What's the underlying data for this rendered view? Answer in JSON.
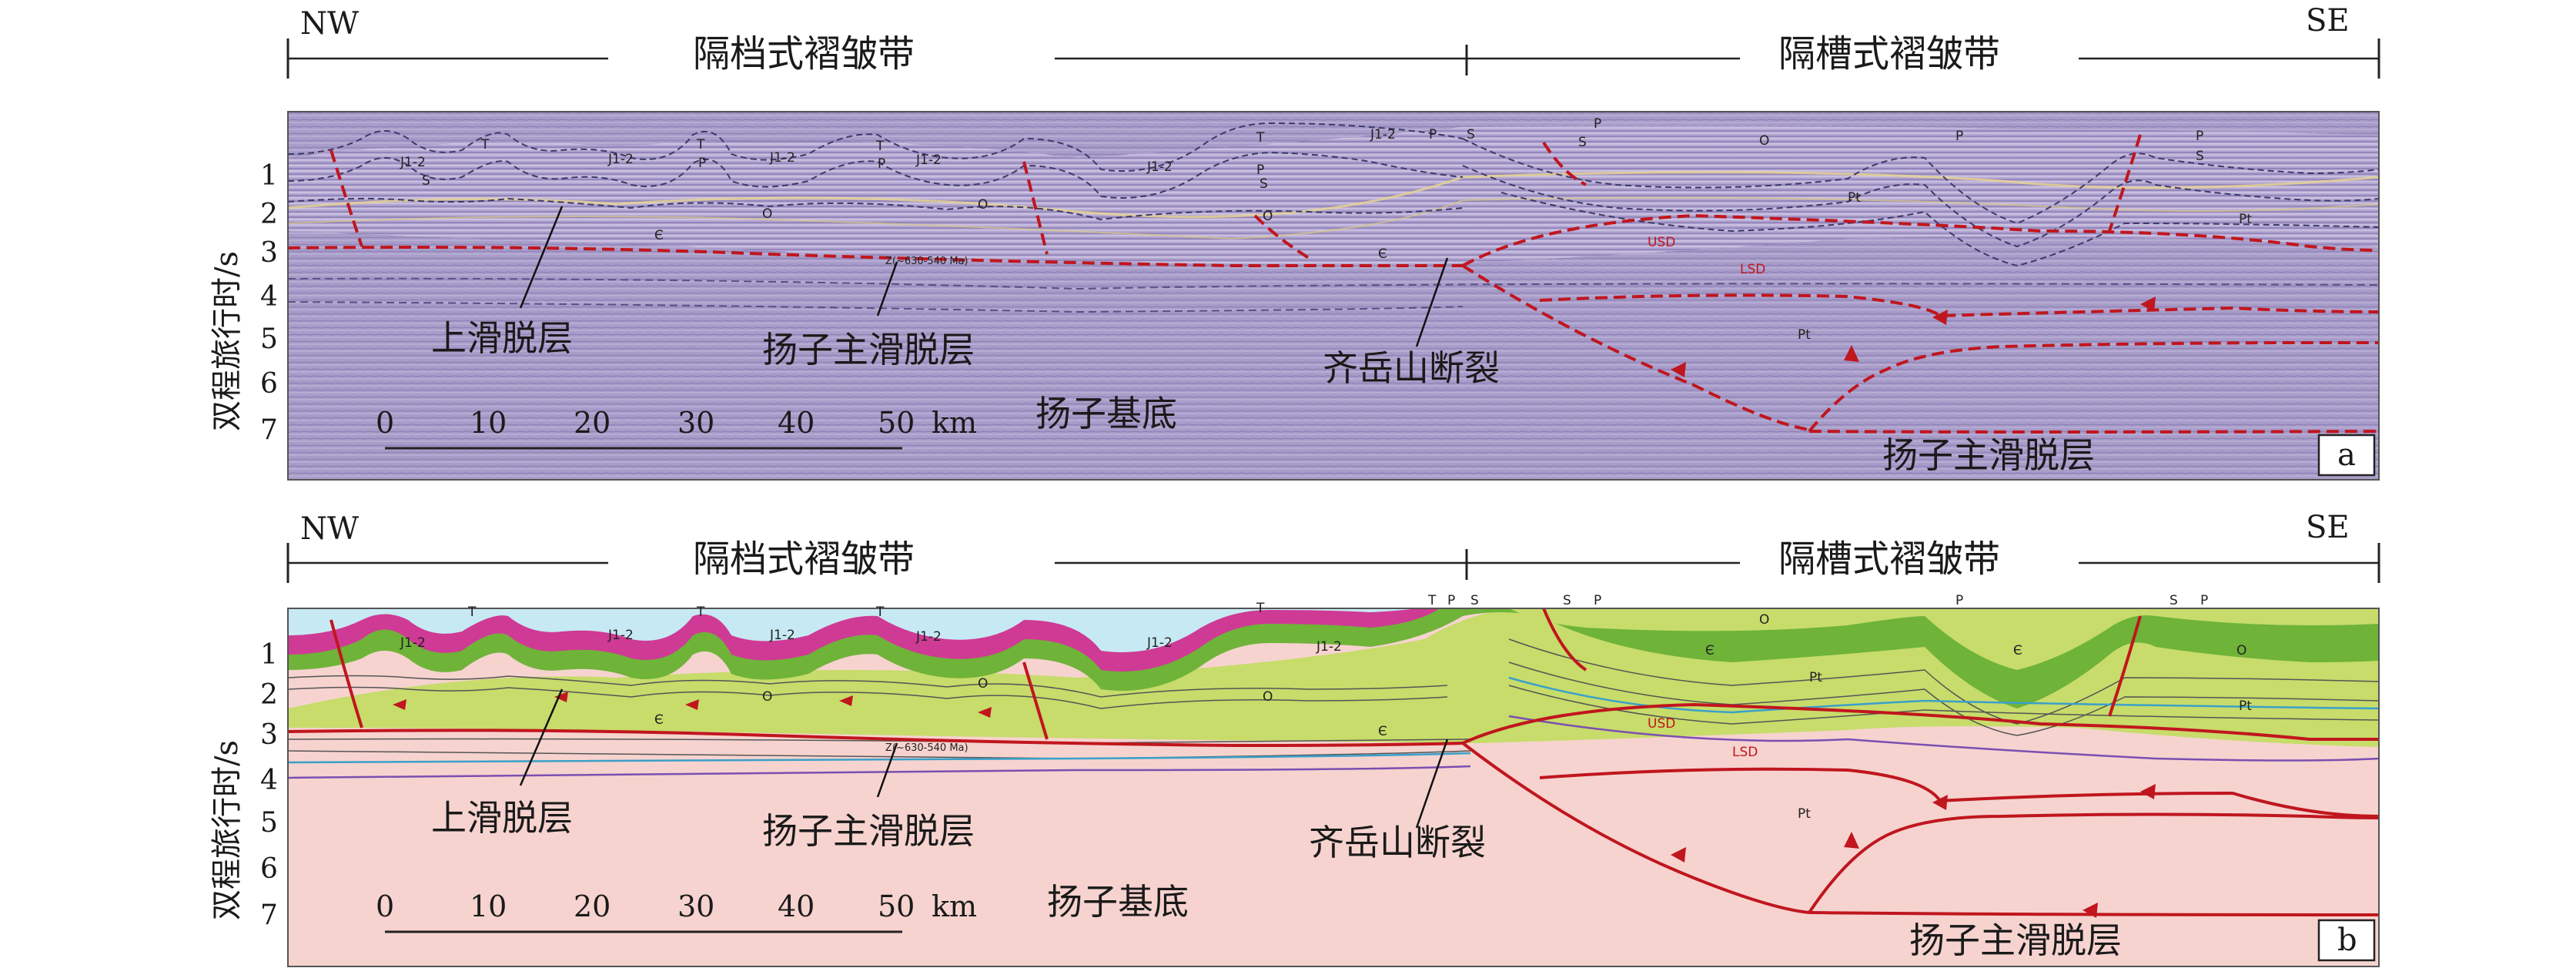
{
  "panels": [
    {
      "id": "a",
      "kind": "seismic",
      "label": "a",
      "dir_left": "NW",
      "dir_right": "SE",
      "zone_left": "隔档式褶皱带",
      "zone_right": "隔槽式褶皱带",
      "ylabel": "双程旅行时/s",
      "yticks": [
        "1",
        "2",
        "3",
        "4",
        "5",
        "6",
        "7"
      ],
      "scale_ticks": [
        "0",
        "10",
        "20",
        "30",
        "40",
        "50"
      ],
      "scale_unit": "km",
      "callouts": {
        "upper_detachment": "上滑脱层",
        "yangtze_main_detachment_left": "扬子主滑脱层",
        "qiyueshan_fault": "齐岳山断裂",
        "yangtze_basement": "扬子基底",
        "yangtze_main_detachment_right": "扬子主滑脱层"
      },
      "strata": {
        "j12": "J1-2",
        "t": "T",
        "p": "P",
        "s": "S",
        "o": "O",
        "cambrian": "Є",
        "pt": "Pt",
        "z_age": "Z(~630-540 Ma)",
        "usd": "USD",
        "lsd": "LSD"
      }
    },
    {
      "id": "b",
      "kind": "interpretation",
      "label": "b",
      "dir_left": "NW",
      "dir_right": "SE",
      "zone_left": "隔档式褶皱带",
      "zone_right": "隔槽式褶皱带",
      "ylabel": "双程旅行时/s",
      "yticks": [
        "1",
        "2",
        "3",
        "4",
        "5",
        "6",
        "7"
      ],
      "scale_ticks": [
        "0",
        "10",
        "20",
        "30",
        "40",
        "50"
      ],
      "scale_unit": "km",
      "callouts": {
        "upper_detachment": "上滑脱层",
        "yangtze_main_detachment_left": "扬子主滑脱层",
        "qiyueshan_fault": "齐岳山断裂",
        "yangtze_basement": "扬子基底",
        "yangtze_main_detachment_right": "扬子主滑脱层"
      },
      "strata": {
        "j12": "J1-2",
        "t": "T",
        "p": "P",
        "s": "S",
        "o": "O",
        "cambrian": "Є",
        "pt": "Pt",
        "z_age": "Z(~630-540 Ma)",
        "usd": "USD",
        "lsd": "LSD"
      }
    }
  ],
  "colors": {
    "seismic_bg": "#a79bc8",
    "basement_fill": "#f6d3cf",
    "jurassic_fill": "#c7e9f3",
    "triassic_magenta": "#cf3a94",
    "green_dark": "#6fb339",
    "green_light": "#c7dc6a",
    "fault_red": "#c0161e"
  }
}
